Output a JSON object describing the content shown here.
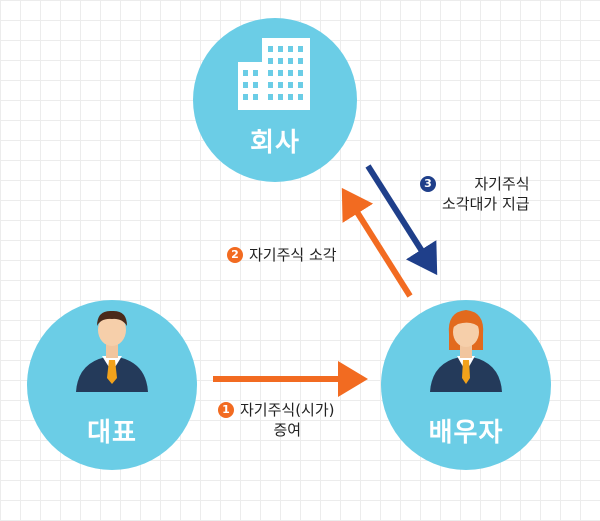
{
  "colors": {
    "circle": "#6bcde6",
    "orange": "#f26b21",
    "navy": "#1f3f8a"
  },
  "nodes": {
    "company": {
      "label": "회사",
      "icon": "office-building-icon"
    },
    "ceo": {
      "label": "대표",
      "icon": "businessman-icon"
    },
    "spouse": {
      "label": "배우자",
      "icon": "businesswoman-icon"
    }
  },
  "steps": [
    {
      "number": "1",
      "text": "자기주식(시가)\n증여",
      "color": "#f26b21"
    },
    {
      "number": "2",
      "text": "자기주식 소각",
      "color": "#f26b21"
    },
    {
      "number": "3",
      "text": "자기주식\n소각대가 지급",
      "color": "#1f3f8a"
    }
  ]
}
